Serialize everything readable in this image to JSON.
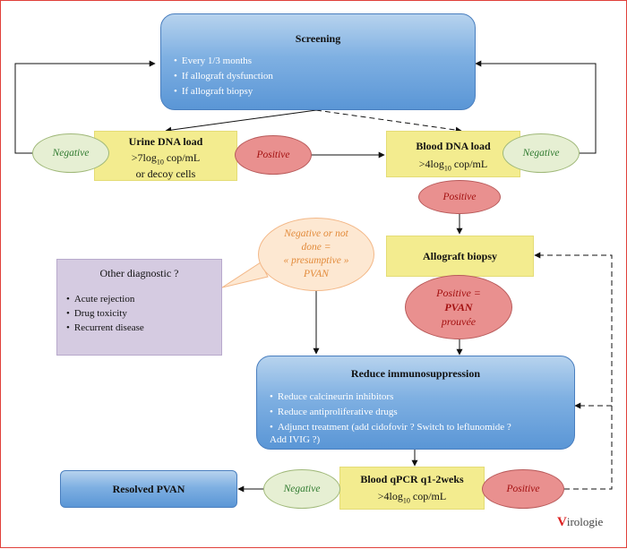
{
  "screening": {
    "title": "Screening",
    "items": [
      "Every 1/3 months",
      "If allograft dysfunction",
      "If allograft biopsy"
    ]
  },
  "urine": {
    "title": "Urine DNA load",
    "line1_pre": ">7log",
    "line1_sub": "10",
    "line1_post": " cop/mL",
    "line2": "or decoy cells"
  },
  "blood": {
    "title": "Blood DNA load",
    "line1_pre": ">4log",
    "line1_sub": "10",
    "line1_post": " cop/mL"
  },
  "ovals": {
    "negative_left": "Negative",
    "positive_mid": "Positive",
    "negative_right": "Negative",
    "positive_blood": "Positive",
    "presumptive_line1": "Negative or not",
    "presumptive_line2": "done =",
    "presumptive_line3": "« presumptive »",
    "presumptive_line4": "PVAN",
    "proven_line1": "Positive =",
    "proven_line2": "PVAN",
    "proven_line3": "prouvée",
    "negative_bottom": "Negative",
    "positive_bottom": "Positive"
  },
  "biopsy": {
    "title": "Allograft biopsy"
  },
  "other": {
    "title": "Other diagnostic ?",
    "items": [
      "Acute rejection",
      "Drug toxicity",
      "Recurrent disease"
    ]
  },
  "reduce": {
    "title": "Reduce immunosuppression",
    "items": [
      "Reduce calcineurin inhibitors",
      "Reduce antiproliferative drugs",
      "Adjunct treatment (add cidofovir ? Switch to leflunomide ?",
      "Add IVIG ?)"
    ]
  },
  "qpcr": {
    "title": "Blood qPCR q1-2weks",
    "line1_pre": ">4log",
    "line1_sub": "10",
    "line1_post": " cop/mL"
  },
  "resolved": {
    "title": "Resolved PVAN"
  },
  "logo": {
    "first": "V",
    "rest": "irologie"
  }
}
